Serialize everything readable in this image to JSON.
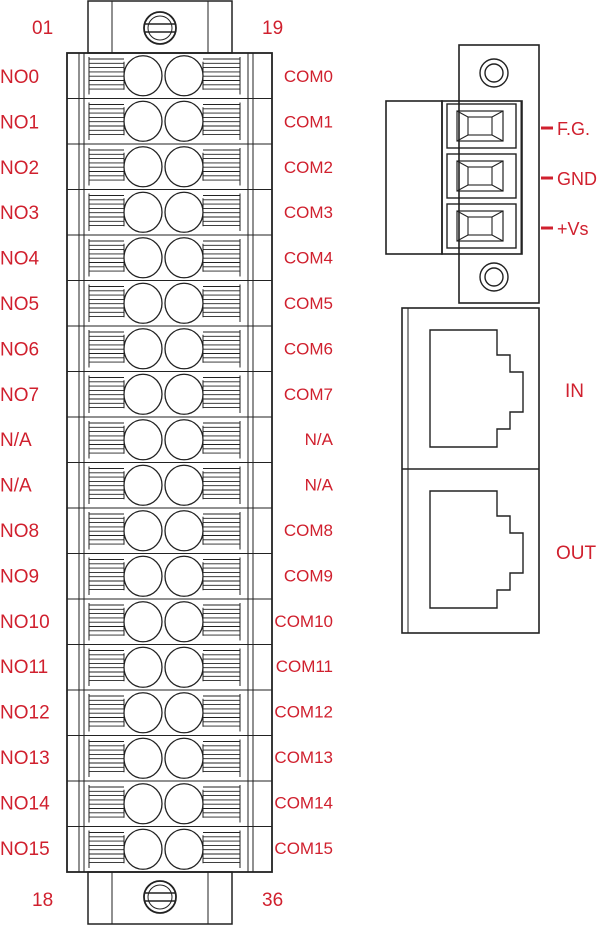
{
  "terminal_block": {
    "pin_top_left": "01",
    "pin_top_right": "19",
    "pin_bottom_left": "18",
    "pin_bottom_right": "36",
    "left_labels": [
      "NO0",
      "NO1",
      "NO2",
      "NO3",
      "NO4",
      "NO5",
      "NO6",
      "NO7",
      "N/A",
      "N/A",
      "NO8",
      "NO9",
      "NO10",
      "NO11",
      "NO12",
      "NO13",
      "NO14",
      "NO15"
    ],
    "right_labels": [
      "COM0",
      "COM1",
      "COM2",
      "COM3",
      "COM4",
      "COM5",
      "COM6",
      "COM7",
      "N/A",
      "N/A",
      "COM8",
      "COM9",
      "COM10",
      "COM11",
      "COM12",
      "COM13",
      "COM14",
      "COM15"
    ]
  },
  "power_connector": {
    "labels": [
      "F.G.",
      "GND",
      "+Vs"
    ]
  },
  "ethernet_ports": {
    "in_label": "IN",
    "out_label": "OUT"
  },
  "colors": {
    "label": "#d0202e",
    "line": "#222222"
  }
}
